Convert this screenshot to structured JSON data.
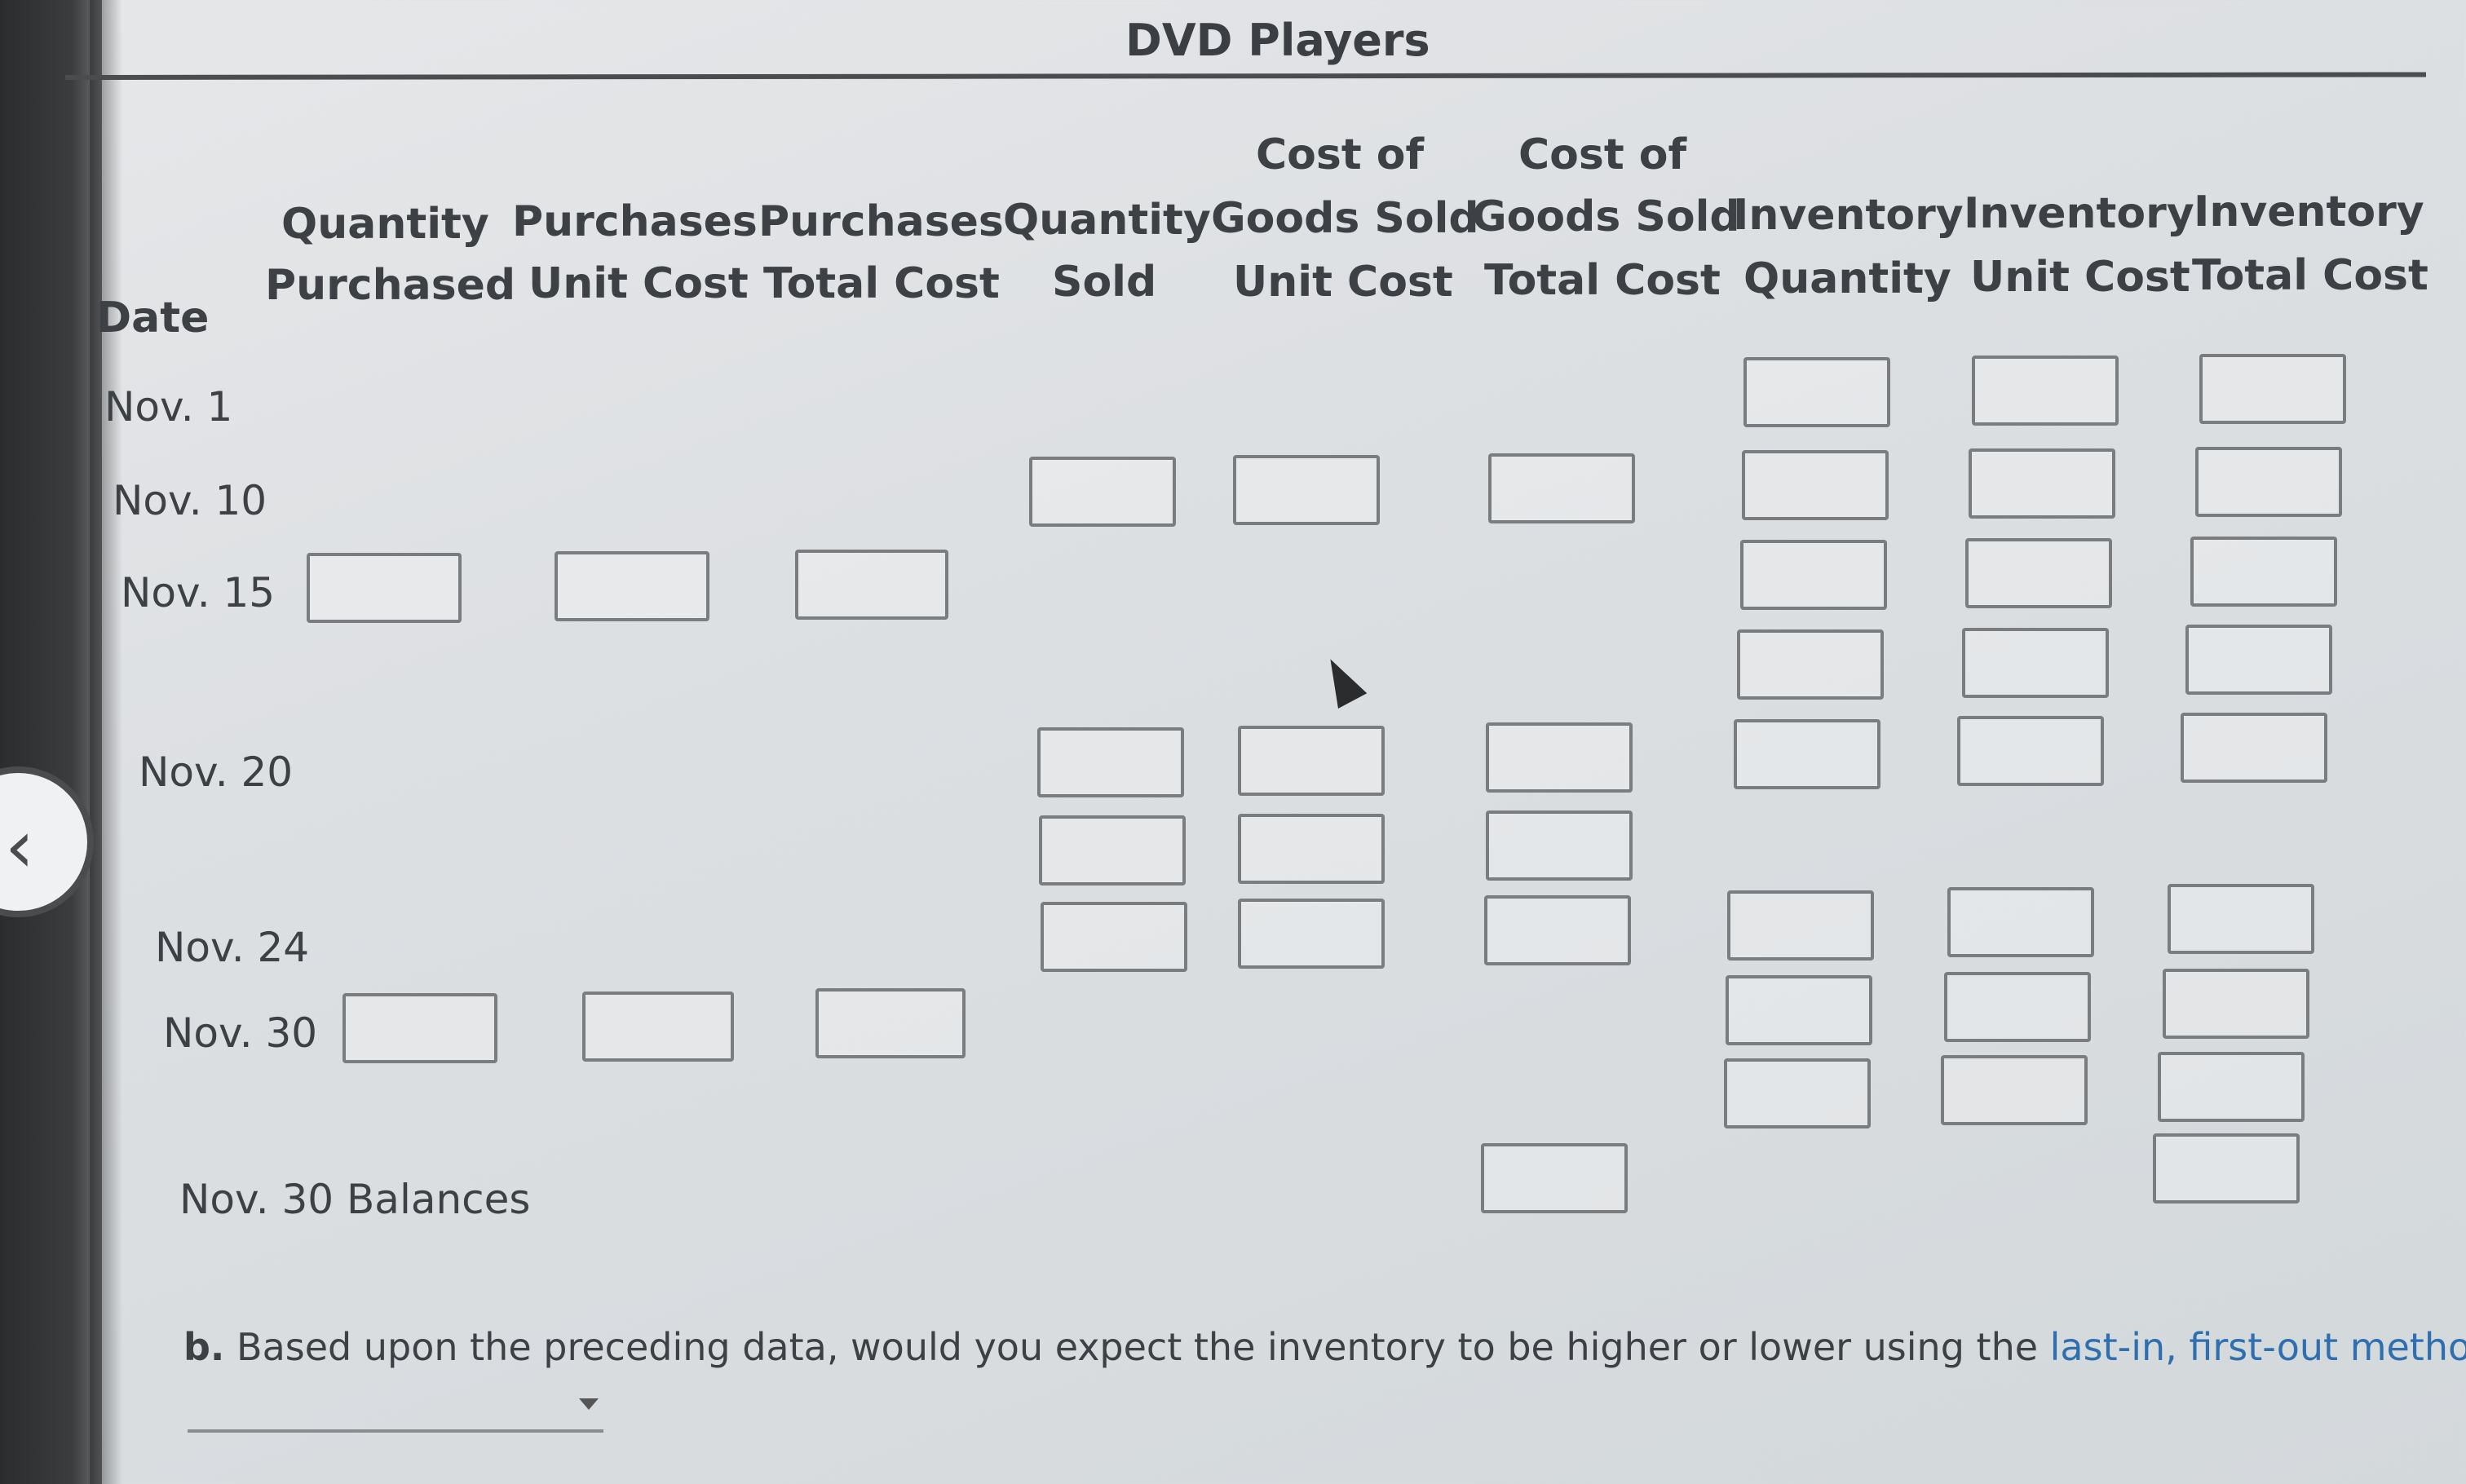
{
  "title": "DVD Players",
  "columns": {
    "quantity_purchased": [
      "Quantity",
      "Purchased"
    ],
    "purchases_unit_cost": [
      "Purchases",
      "Unit Cost"
    ],
    "purchases_total_cost": [
      "Purchases",
      "Total Cost"
    ],
    "quantity_sold": [
      "Quantity",
      "Sold"
    ],
    "cogs_unit_cost": [
      "Cost of",
      "Goods Sold",
      "Unit Cost"
    ],
    "cogs_total_cost": [
      "Cost of",
      "Goods Sold",
      "Total Cost"
    ],
    "inventory_quantity": [
      "Inventory",
      "Quantity"
    ],
    "inventory_unit_cost": [
      "Inventory",
      "Unit Cost"
    ],
    "inventory_total_cost": [
      "Inventory",
      "Total Cost"
    ]
  },
  "date_header": "Date",
  "rows": {
    "nov1": "Nov. 1",
    "nov10": "Nov. 10",
    "nov15": "Nov. 15",
    "nov20": "Nov. 20",
    "nov24": "Nov. 24",
    "nov30": "Nov. 30",
    "nov30_balances": "Nov. 30  Balances"
  },
  "question": {
    "label": "b.",
    "text": "Based upon the preceding data, would you expect the inventory to be higher or lower using the",
    "link": "last-in, first-out method?"
  },
  "dropdown": {
    "selected": ""
  },
  "icons": {
    "back": "chevron-left-icon",
    "cursor": "mouse-pointer-icon"
  }
}
